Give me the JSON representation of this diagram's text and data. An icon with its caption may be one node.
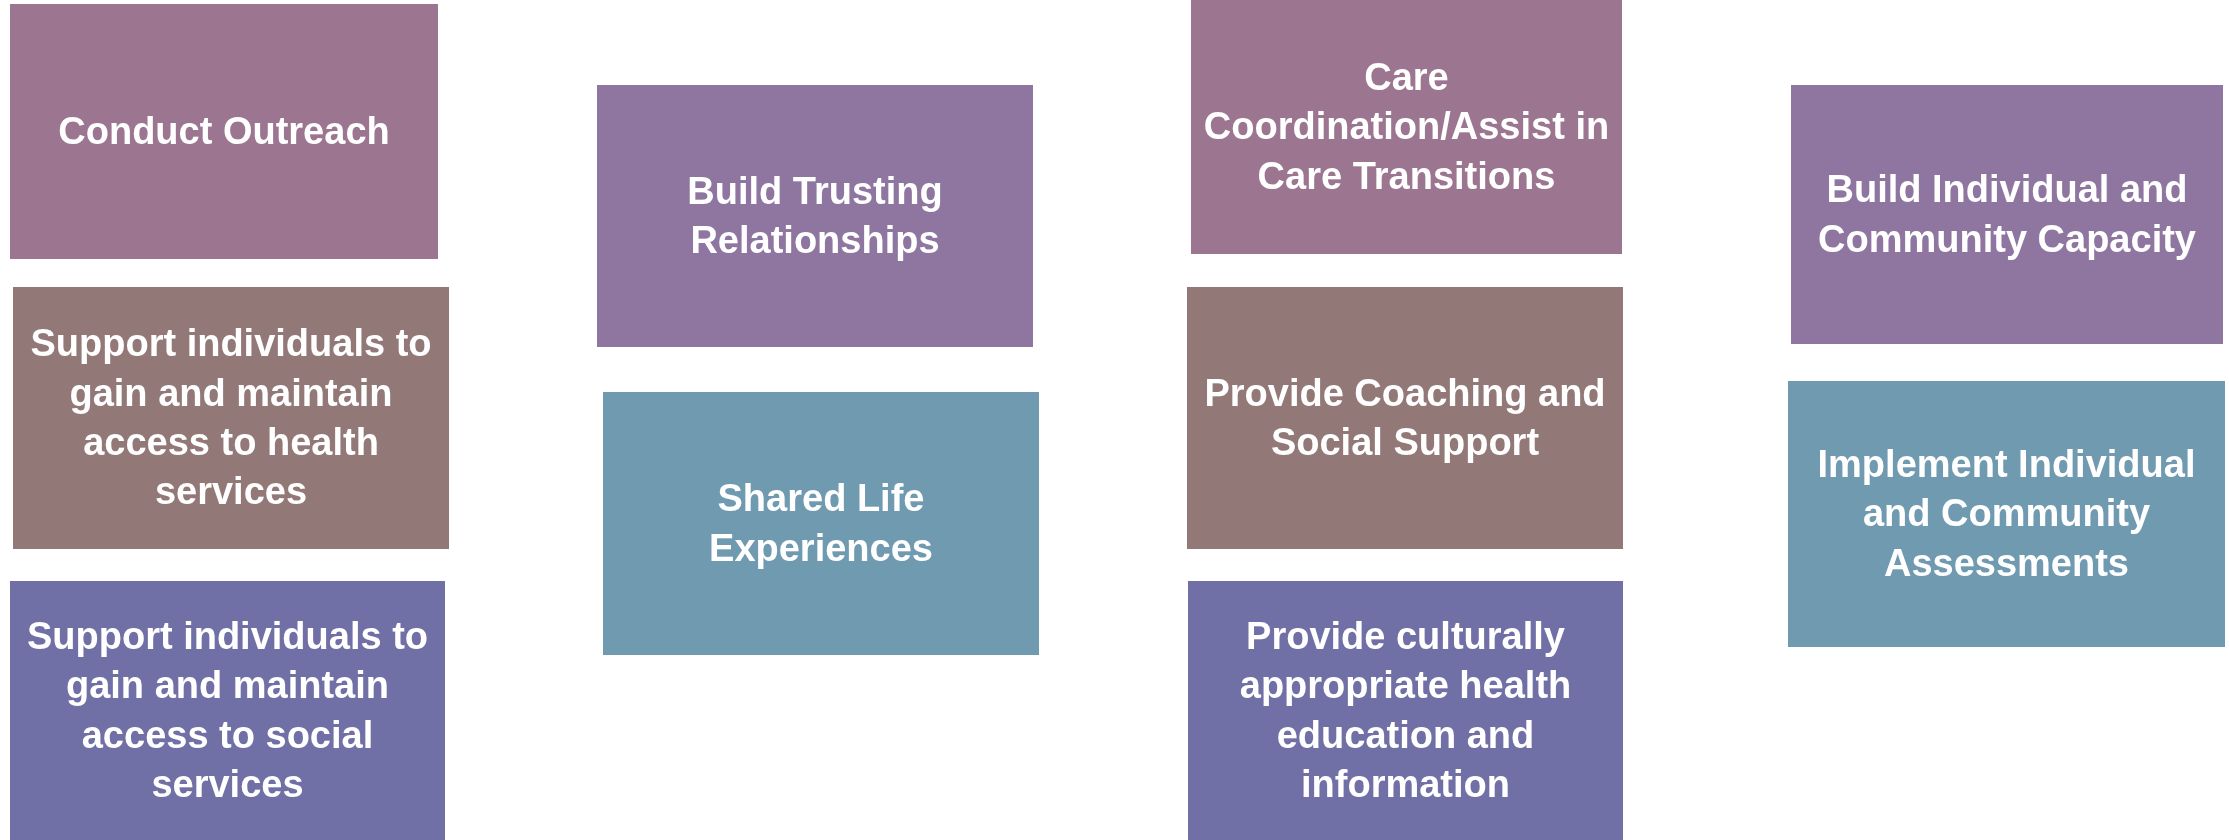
{
  "diagram": {
    "nodes": [
      {
        "text": [
          "Conduct Outreach"
        ]
      },
      {
        "text": [
          "Support individuals to gain and maintain access to health services"
        ]
      },
      {
        "text": [
          "Support individuals to gain and maintain access to social services"
        ]
      },
      {
        "text": [
          "Build Trusting Relationships"
        ]
      },
      {
        "text": [
          "Shared Life Experiences"
        ]
      },
      {
        "text": [
          "Care Coordination/Assist in Care Transitions"
        ]
      },
      {
        "text": [
          "Provide Coaching and Social Support"
        ]
      },
      {
        "text": [
          "Provide culturally appropriate health education and information"
        ]
      },
      {
        "text": [
          "Build Individual and Community Capacity"
        ]
      },
      {
        "text": [
          "Implement Individual and Community Assessments"
        ]
      }
    ]
  }
}
